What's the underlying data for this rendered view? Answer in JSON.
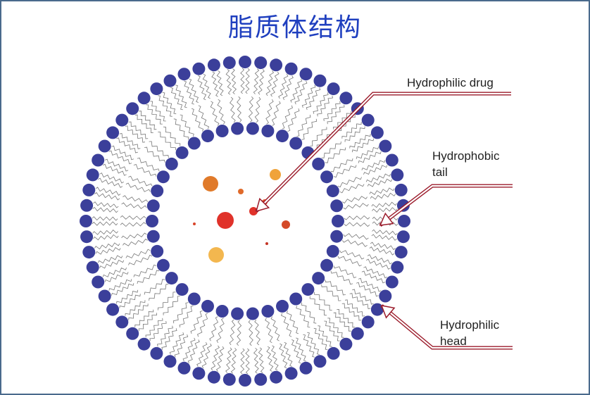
{
  "title": "脂质体结构",
  "labels": {
    "drug": "Hydrophilic drug",
    "tail_line1": "Hydrophobic",
    "tail_line2": "tail",
    "head_line1": "Hydrophilic",
    "head_line2": "head"
  },
  "colors": {
    "head": "#3b3f9a",
    "tail": "#777777",
    "arrow": "#9b1b2b",
    "frame": "#4a6a8c",
    "title": "#1f3fbf"
  },
  "drug_particles": [
    {
      "color": "#e07a2a"
    },
    {
      "color": "#f0a33a"
    },
    {
      "color": "#e0322a"
    },
    {
      "color": "#f3b74f"
    },
    {
      "color": "#e06a2a"
    },
    {
      "color": "#d44a28"
    },
    {
      "color": "#e0322a"
    },
    {
      "color": "#e8552a"
    },
    {
      "color": "#d8442a"
    },
    {
      "color": "#c43424"
    }
  ]
}
